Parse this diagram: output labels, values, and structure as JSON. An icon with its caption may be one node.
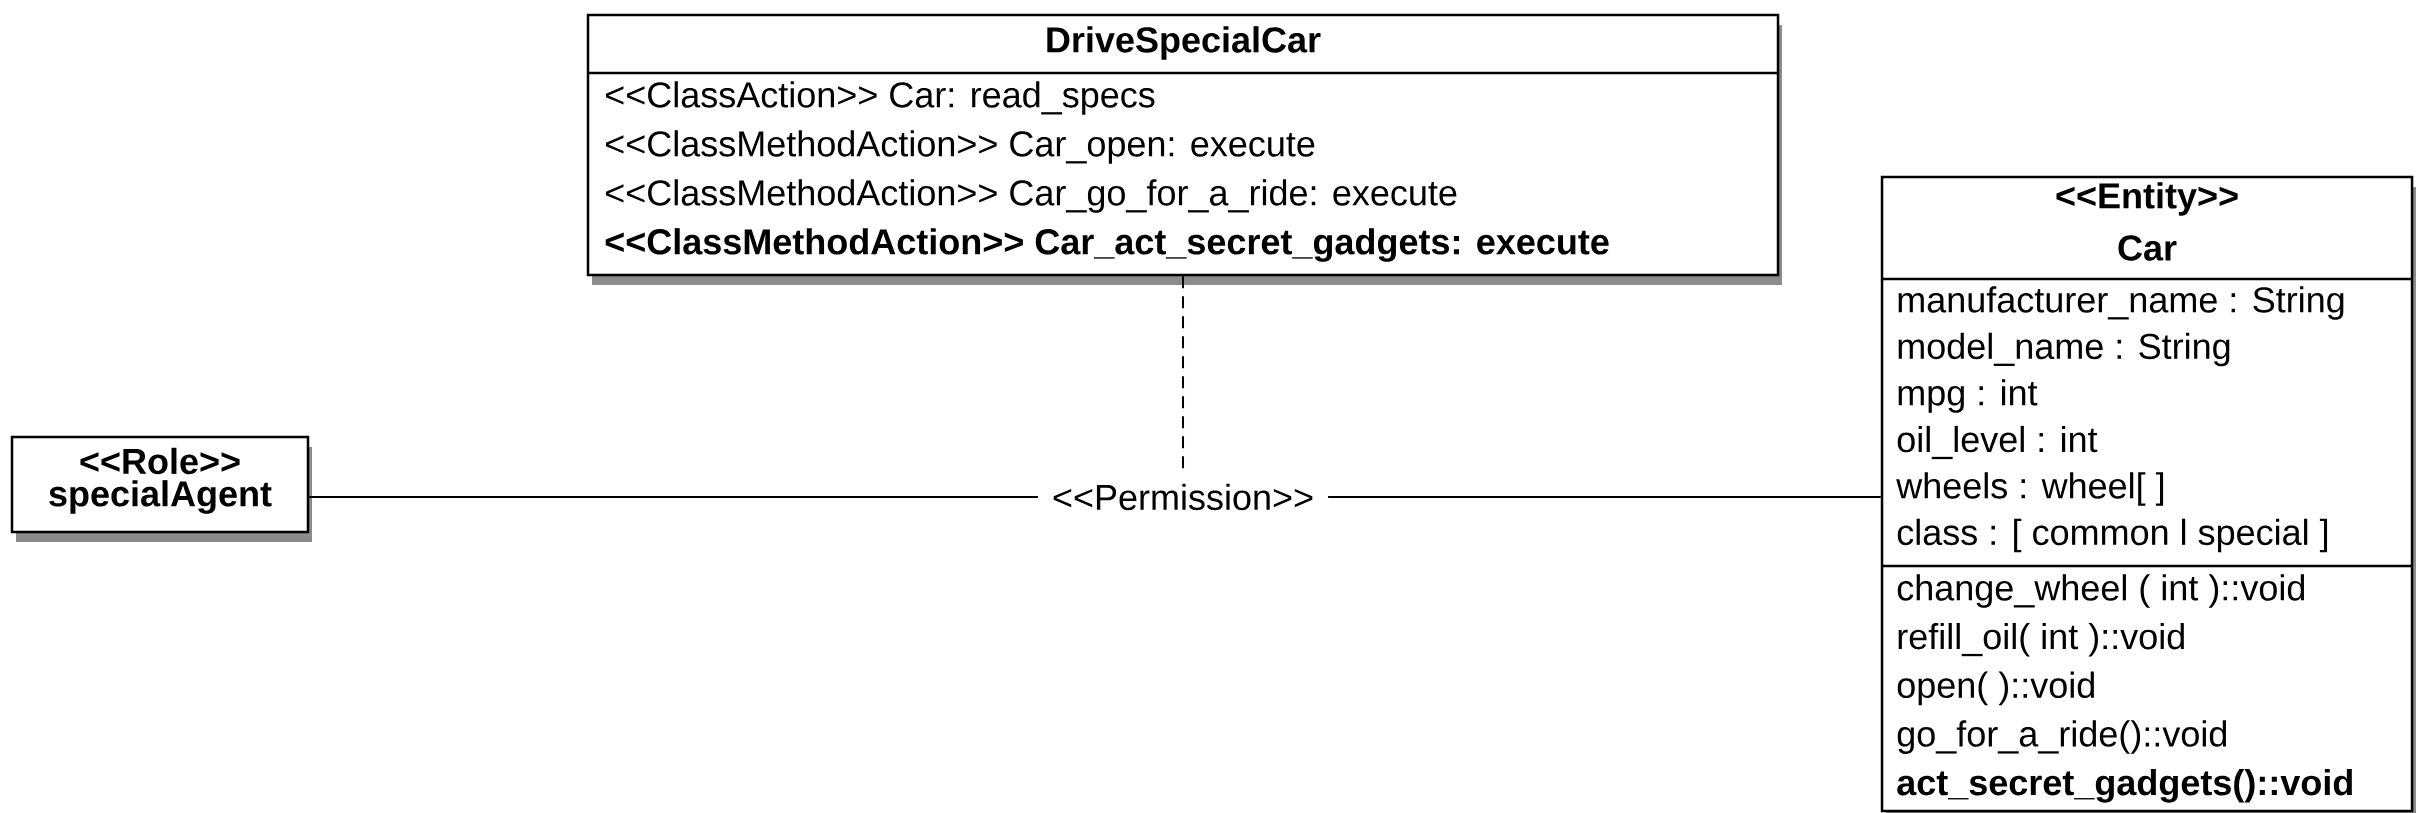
{
  "diagram": {
    "nodes": [
      {
        "text": [
          "DriveSpecialCar",
          "<<ClassAction>> Car: read_specs",
          "<<ClassMethodAction>> Car_open: execute",
          "<<ClassMethodAction>> Car_go_for_a_ride: execute",
          "<<ClassMethodAction>> Car_act_secret_gadgets: execute"
        ]
      },
      {
        "text": [
          "<<Role>>",
          "specialAgent"
        ]
      },
      {
        "text": [
          "<<Entity>>",
          "Car",
          "manufacturer_name : String",
          "model_name : String",
          "mpg : int",
          "oil_level : int",
          "wheels :  wheel[ ]",
          "class : [ common l special ]",
          "change_wheel ( int )::void",
          "refill_oil( int )::void",
          "open( )::void",
          "go_for_a_ride()::void",
          "act_secret_gadgets()::void"
        ]
      }
    ],
    "edges": [
      {
        "from": 1,
        "to": 2,
        "arrow": "none",
        "label": "<<Permission>>"
      },
      {
        "from": 0,
        "to": null,
        "arrow": "none",
        "style": "dashed"
      }
    ]
  }
}
